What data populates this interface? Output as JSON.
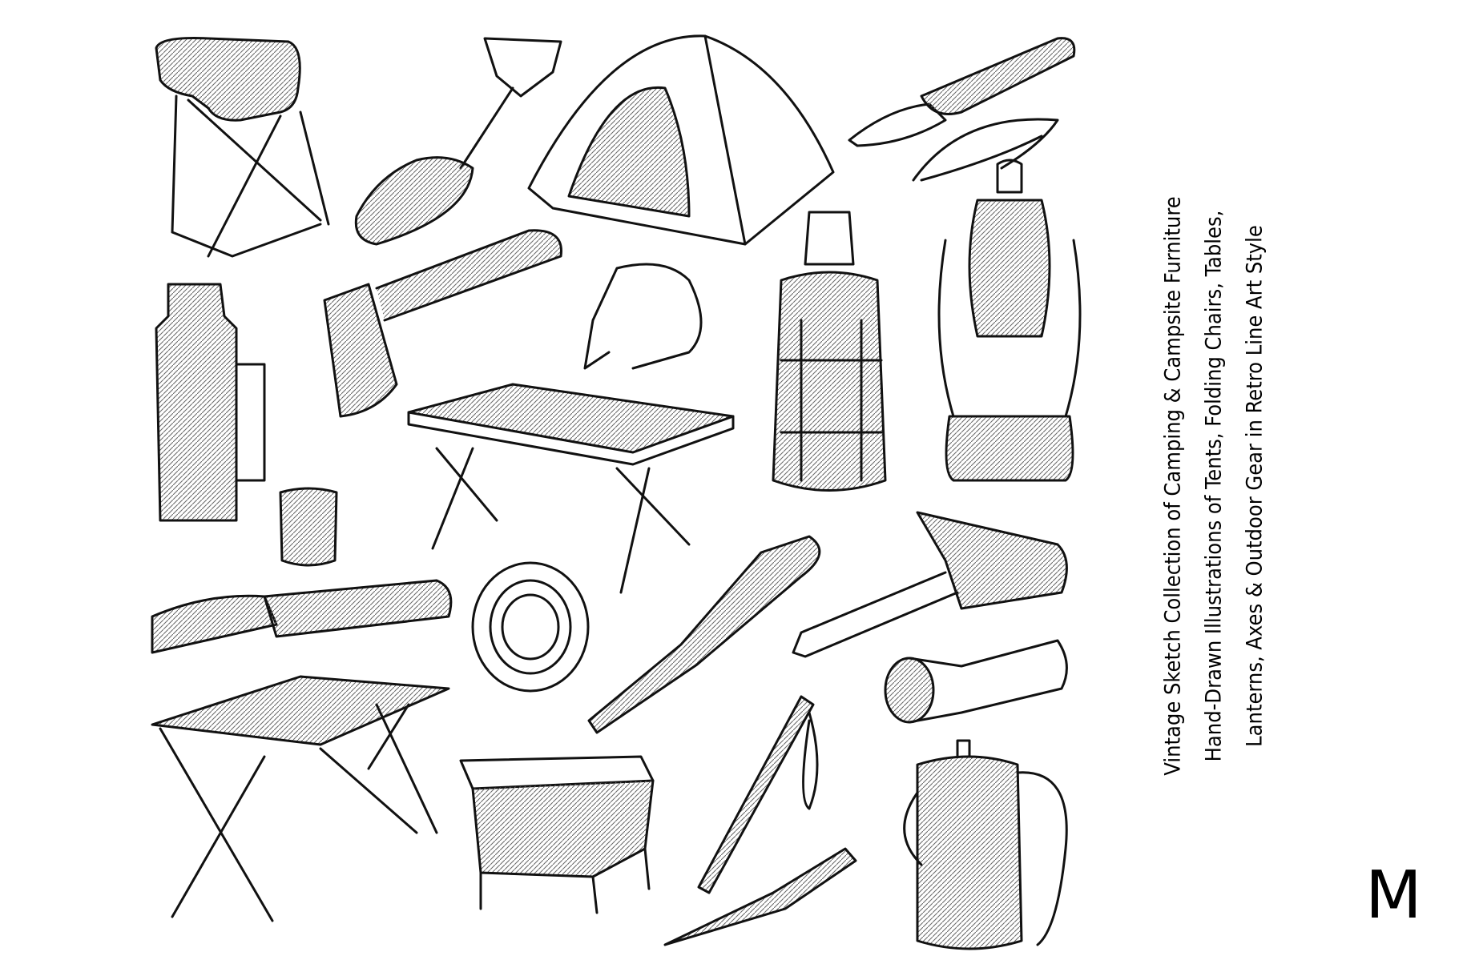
{
  "caption": {
    "lines": [
      "Vintage Sketch Collection of Camping & Campsite Furniture",
      "Hand-Drawn Illustrations of Tents, Folding Chairs, Tables,",
      "Lanterns, Axes & Outdoor Gear in Retro Line Art Style"
    ]
  },
  "logo": {
    "letter": "M"
  },
  "colors": {
    "ink": "#111111",
    "background": "#ffffff"
  }
}
